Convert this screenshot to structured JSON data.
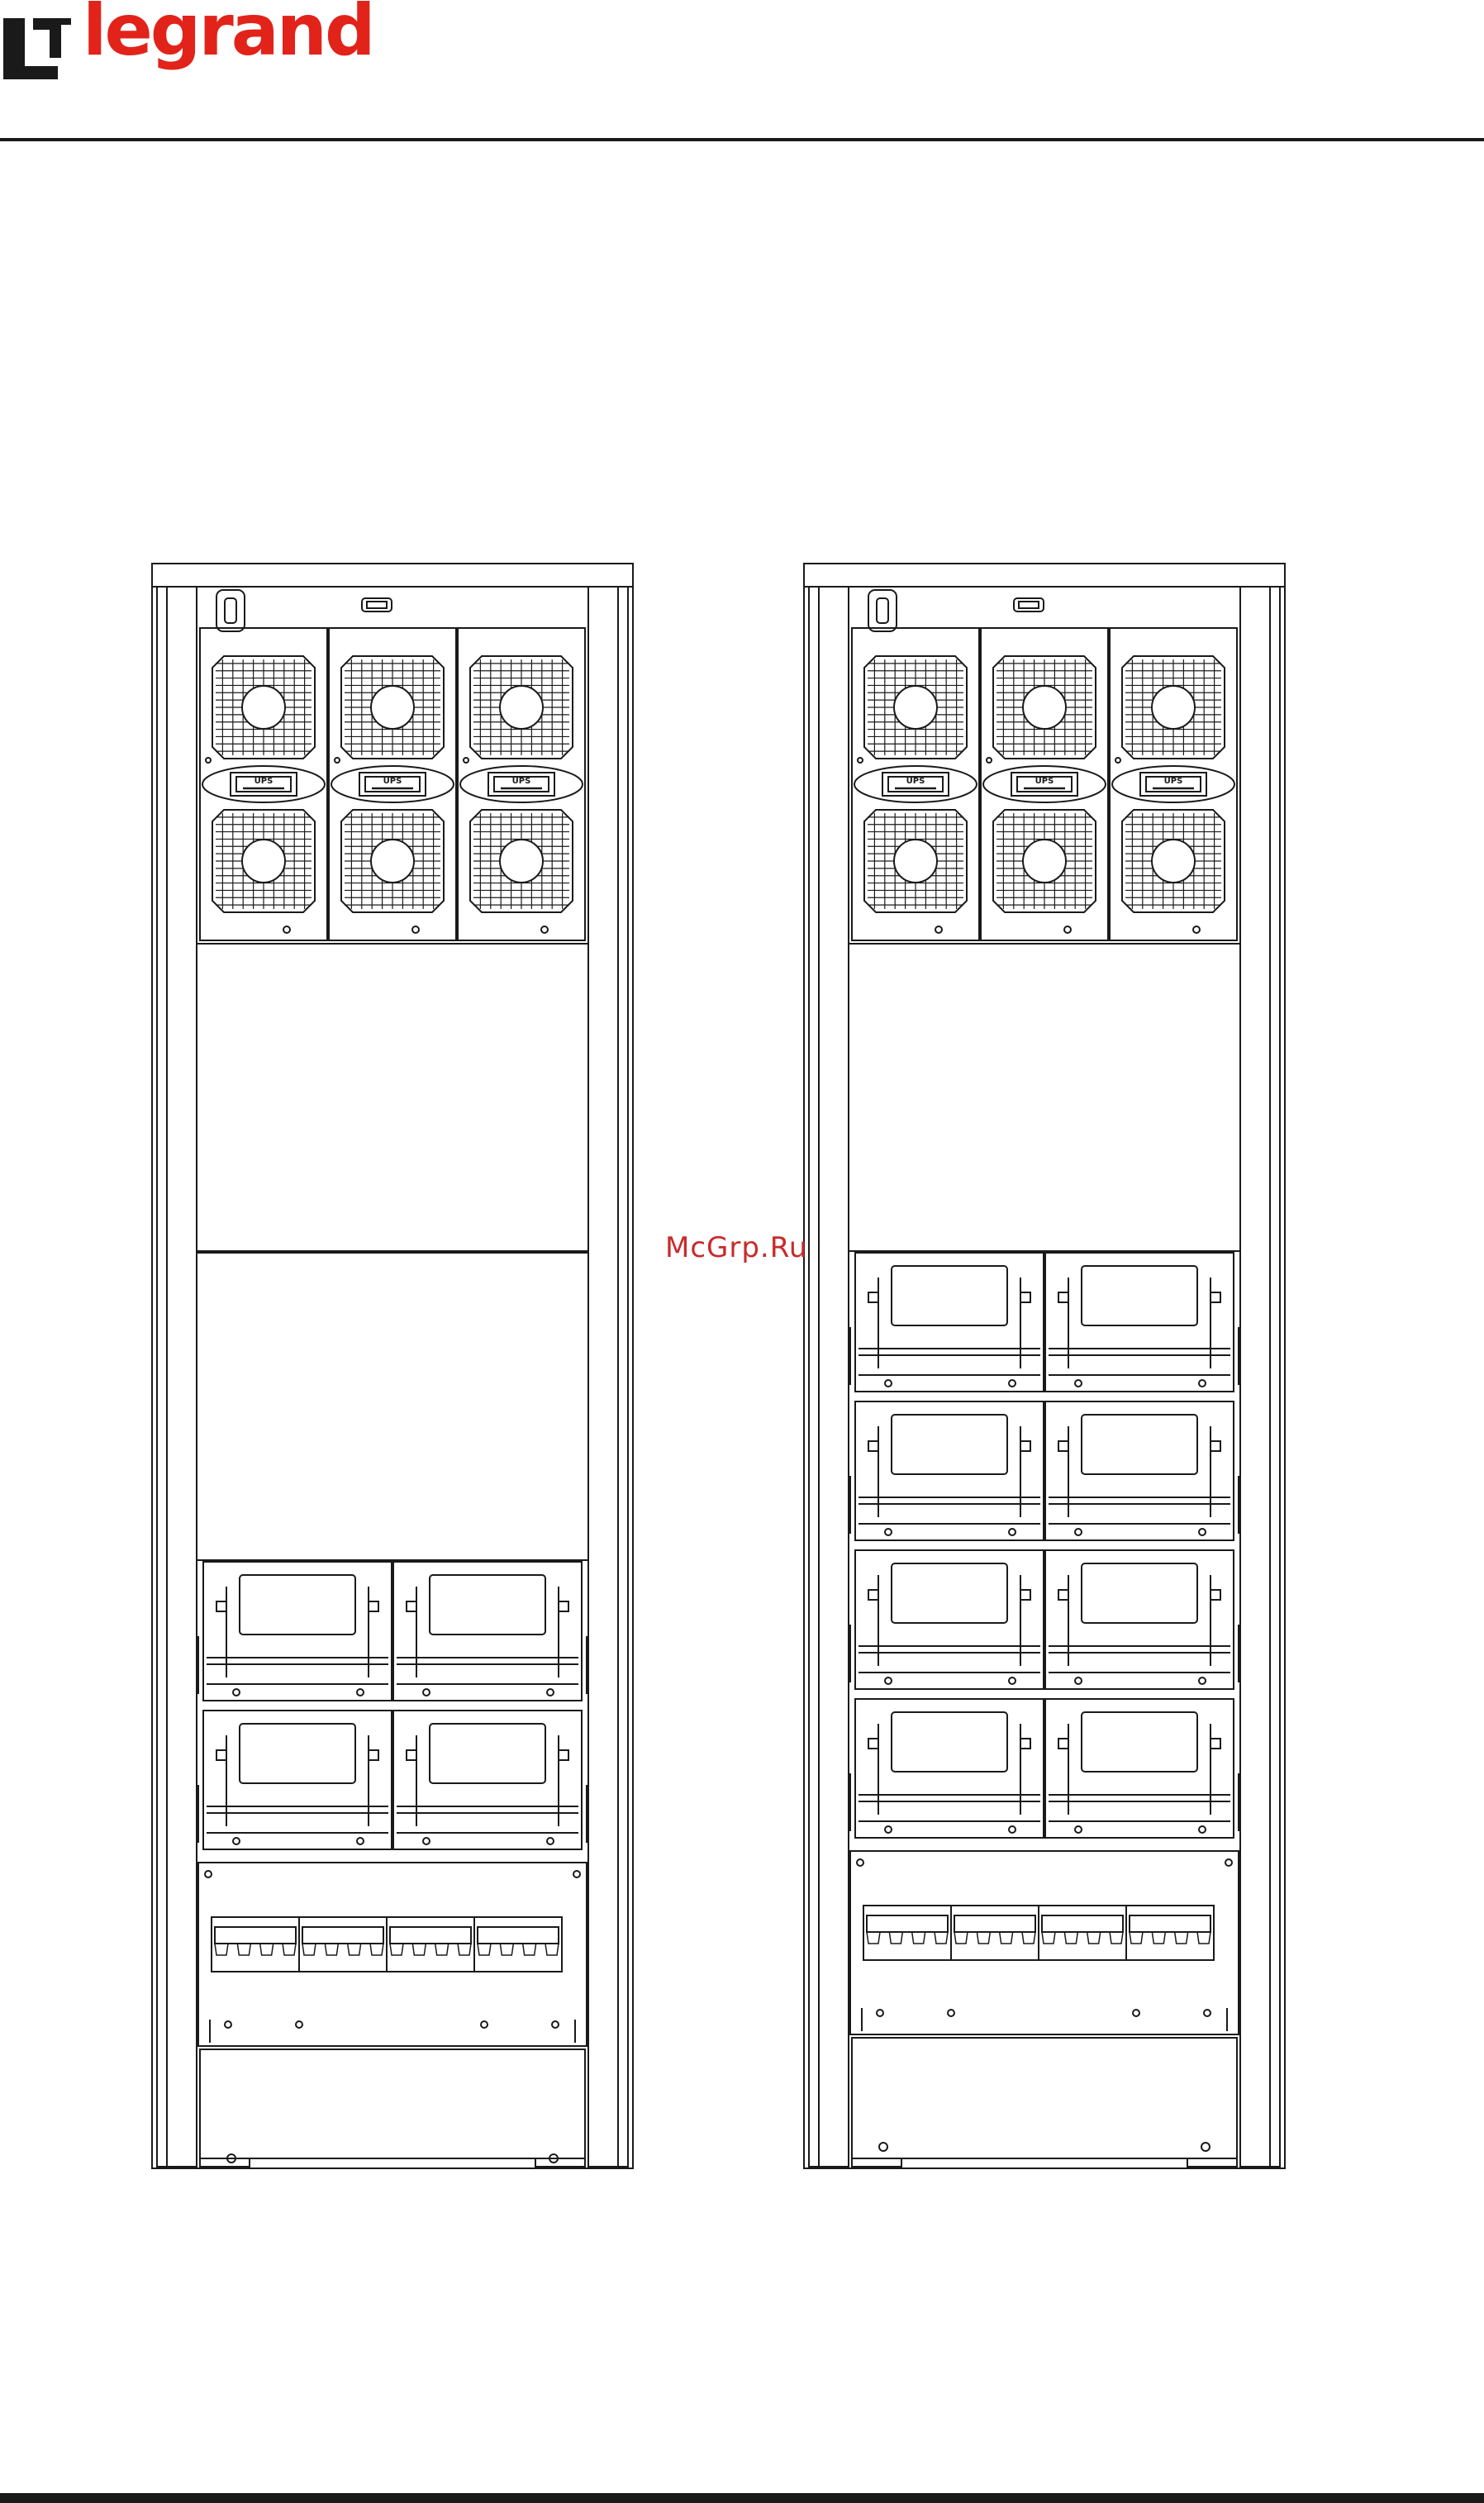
{
  "header": {
    "brand_name": "legrand",
    "brand_color": "#e2231a"
  },
  "watermark": {
    "text": "McGrp.Ru",
    "color": "#c92a2a"
  },
  "cabinets": [
    {
      "id": "left",
      "power_modules": 3,
      "module_label": "UPS",
      "blank_panels": 2,
      "battery_drawer_rows": 2,
      "breaker_count": 16
    },
    {
      "id": "right",
      "power_modules": 3,
      "module_label": "UPS",
      "blank_panels": 1,
      "battery_drawer_rows": 4,
      "breaker_count": 16
    }
  ],
  "colors": {
    "line": "#1a1a1a",
    "background": "#ffffff"
  }
}
